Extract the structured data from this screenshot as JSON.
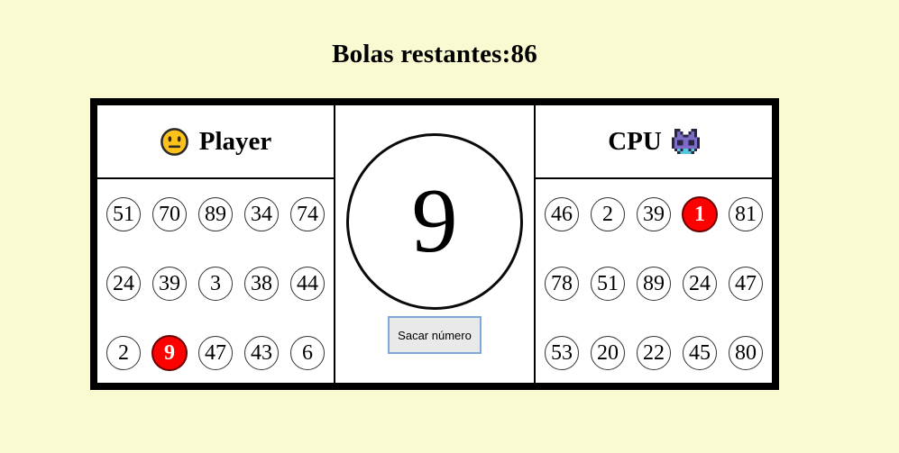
{
  "title": "Bolas restantes:86",
  "colors": {
    "page_bg": "#FAFAD2",
    "board_border": "#000000",
    "marked_bg": "#FF0000",
    "marked_border": "#6B0000",
    "marked_text": "#FFFFFF",
    "button_bg": "#E9E9E9",
    "button_border": "#7CA9D6",
    "emoji_yellow": "#FCC21B",
    "alien_purple": "#7E6BC8",
    "alien_cyan": "#55C8DC"
  },
  "player": {
    "name": "Player",
    "icon": "neutral-face-emoji",
    "grid": [
      [
        "51",
        "70",
        "89",
        "34",
        "74"
      ],
      [
        "24",
        "39",
        "3",
        "38",
        "44"
      ],
      [
        "2",
        "9",
        "47",
        "43",
        "6"
      ]
    ],
    "marked_cells": [
      [
        2,
        1
      ]
    ]
  },
  "cpu": {
    "name": "CPU",
    "icon": "alien-monster-emoji",
    "grid": [
      [
        "46",
        "2",
        "39",
        "1",
        "81"
      ],
      [
        "78",
        "51",
        "89",
        "24",
        "47"
      ],
      [
        "53",
        "20",
        "22",
        "45",
        "80"
      ]
    ],
    "marked_cells": [
      [
        0,
        3
      ]
    ]
  },
  "draw": {
    "current_ball": "9",
    "button_label": "Sacar número"
  }
}
